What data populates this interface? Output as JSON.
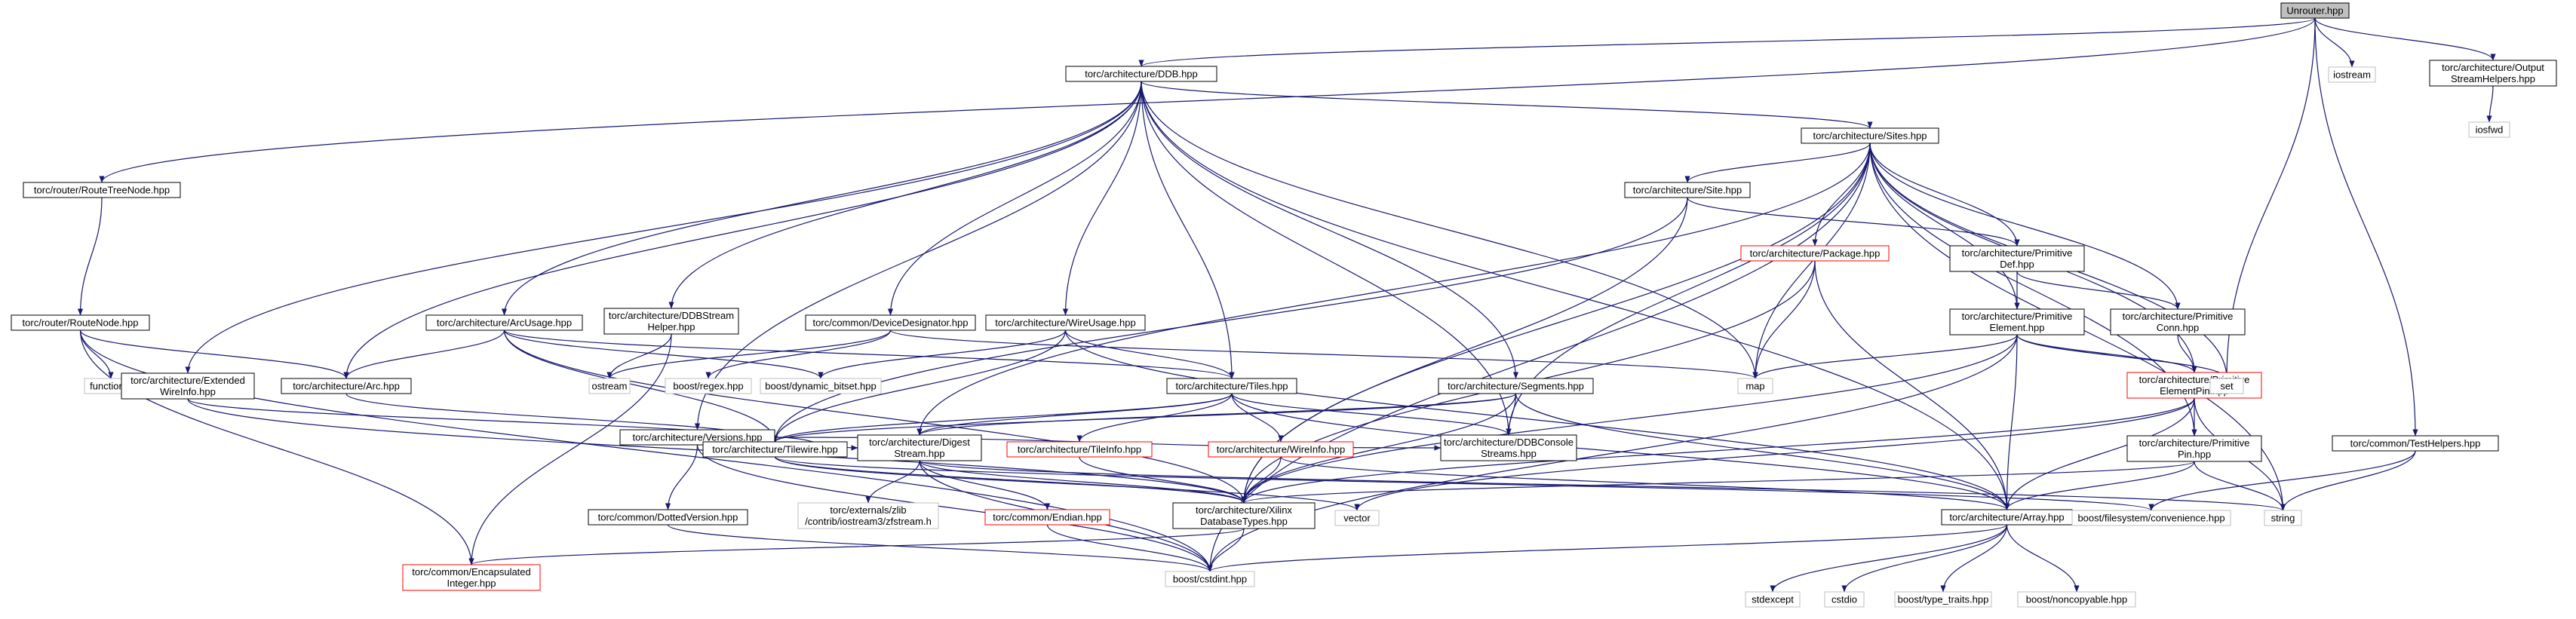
{
  "colors": {
    "edge": "#191970",
    "border_normal": "#000000",
    "border_gray": "#bfbfbf",
    "border_red": "#ff0000",
    "root_fill": "#bfbfbf",
    "node_fill": "#ffffff",
    "text": "#000000"
  },
  "nodes": [
    {
      "id": "unrouter",
      "lines": [
        "Unrouter.hpp"
      ],
      "style": "root"
    },
    {
      "id": "ddb",
      "lines": [
        "torc/architecture/DDB.hpp"
      ],
      "style": "normal"
    },
    {
      "id": "iostream",
      "lines": [
        "iostream"
      ],
      "style": "gray"
    },
    {
      "id": "output",
      "lines": [
        "torc/architecture/Output",
        "StreamHelpers.hpp"
      ],
      "style": "normal"
    },
    {
      "id": "iosfwd",
      "lines": [
        "iosfwd"
      ],
      "style": "gray"
    },
    {
      "id": "routetreenode",
      "lines": [
        "torc/router/RouteTreeNode.hpp"
      ],
      "style": "normal"
    },
    {
      "id": "routenode",
      "lines": [
        "torc/router/RouteNode.hpp"
      ],
      "style": "normal"
    },
    {
      "id": "functional",
      "lines": [
        "functional"
      ],
      "style": "gray"
    },
    {
      "id": "extwireinfo",
      "lines": [
        "torc/architecture/Extended",
        "WireInfo.hpp"
      ],
      "style": "normal"
    },
    {
      "id": "arcusage",
      "lines": [
        "torc/architecture/ArcUsage.hpp"
      ],
      "style": "normal"
    },
    {
      "id": "arc",
      "lines": [
        "torc/architecture/Arc.hpp"
      ],
      "style": "normal"
    },
    {
      "id": "ddbstream",
      "lines": [
        "torc/architecture/DDBStream",
        "Helper.hpp"
      ],
      "style": "normal"
    },
    {
      "id": "ostream",
      "lines": [
        "ostream"
      ],
      "style": "gray"
    },
    {
      "id": "devdesig",
      "lines": [
        "torc/common/DeviceDesignator.hpp"
      ],
      "style": "normal"
    },
    {
      "id": "boostregex",
      "lines": [
        "boost/regex.hpp"
      ],
      "style": "gray"
    },
    {
      "id": "dynbitset",
      "lines": [
        "boost/dynamic_bitset.hpp"
      ],
      "style": "gray"
    },
    {
      "id": "wireusage",
      "lines": [
        "torc/architecture/WireUsage.hpp"
      ],
      "style": "normal"
    },
    {
      "id": "versions",
      "lines": [
        "torc/architecture/Versions.hpp"
      ],
      "style": "normal"
    },
    {
      "id": "tiles",
      "lines": [
        "torc/architecture/Tiles.hpp"
      ],
      "style": "normal"
    },
    {
      "id": "sites",
      "lines": [
        "torc/architecture/Sites.hpp"
      ],
      "style": "normal"
    },
    {
      "id": "site",
      "lines": [
        "torc/architecture/Site.hpp"
      ],
      "style": "normal"
    },
    {
      "id": "primdef",
      "lines": [
        "torc/architecture/Primitive",
        "Def.hpp"
      ],
      "style": "normal"
    },
    {
      "id": "package",
      "lines": [
        "torc/architecture/Package.hpp"
      ],
      "style": "red"
    },
    {
      "id": "primelem",
      "lines": [
        "torc/architecture/Primitive",
        "Element.hpp"
      ],
      "style": "normal"
    },
    {
      "id": "primconn",
      "lines": [
        "torc/architecture/Primitive",
        "Conn.hpp"
      ],
      "style": "normal"
    },
    {
      "id": "primelempin",
      "lines": [
        "torc/architecture/Primitive",
        "ElementPin.hpp"
      ],
      "style": "red"
    },
    {
      "id": "map",
      "lines": [
        "map"
      ],
      "style": "gray"
    },
    {
      "id": "set",
      "lines": [
        "set"
      ],
      "style": "gray"
    },
    {
      "id": "segments",
      "lines": [
        "torc/architecture/Segments.hpp"
      ],
      "style": "normal"
    },
    {
      "id": "tilewire",
      "lines": [
        "torc/architecture/Tilewire.hpp"
      ],
      "style": "normal"
    },
    {
      "id": "digest",
      "lines": [
        "torc/architecture/Digest",
        "Stream.hpp"
      ],
      "style": "normal"
    },
    {
      "id": "tileinfo",
      "lines": [
        "torc/architecture/TileInfo.hpp"
      ],
      "style": "red"
    },
    {
      "id": "wireinfo",
      "lines": [
        "torc/architecture/WireInfo.hpp"
      ],
      "style": "red"
    },
    {
      "id": "ddbconsole",
      "lines": [
        "torc/architecture/DDBConsole",
        "Streams.hpp"
      ],
      "style": "normal"
    },
    {
      "id": "primpin",
      "lines": [
        "torc/architecture/Primitive",
        "Pin.hpp"
      ],
      "style": "normal"
    },
    {
      "id": "testhelpers",
      "lines": [
        "torc/common/TestHelpers.hpp"
      ],
      "style": "normal"
    },
    {
      "id": "xilinxdb",
      "lines": [
        "torc/architecture/Xilinx",
        "DatabaseTypes.hpp"
      ],
      "style": "normal"
    },
    {
      "id": "array",
      "lines": [
        "torc/architecture/Array.hpp"
      ],
      "style": "normal"
    },
    {
      "id": "vector",
      "lines": [
        "vector"
      ],
      "style": "gray"
    },
    {
      "id": "fsconv",
      "lines": [
        "boost/filesystem/convenience.hpp"
      ],
      "style": "gray"
    },
    {
      "id": "string",
      "lines": [
        "string"
      ],
      "style": "gray"
    },
    {
      "id": "dottedver",
      "lines": [
        "torc/common/DottedVersion.hpp"
      ],
      "style": "normal"
    },
    {
      "id": "zstream",
      "lines": [
        "torc/externals/zlib",
        "/contrib/iostream3/zfstream.h"
      ],
      "style": "gray"
    },
    {
      "id": "endian",
      "lines": [
        "torc/common/Endian.hpp"
      ],
      "style": "red"
    },
    {
      "id": "encint",
      "lines": [
        "torc/common/Encapsulated",
        "Integer.hpp"
      ],
      "style": "red"
    },
    {
      "id": "cstdint",
      "lines": [
        "boost/cstdint.hpp"
      ],
      "style": "gray"
    },
    {
      "id": "stdexcept",
      "lines": [
        "stdexcept"
      ],
      "style": "gray"
    },
    {
      "id": "cstdio",
      "lines": [
        "cstdio"
      ],
      "style": "gray"
    },
    {
      "id": "typetraits",
      "lines": [
        "boost/type_traits.hpp"
      ],
      "style": "gray"
    },
    {
      "id": "noncopyable",
      "lines": [
        "boost/noncopyable.hpp"
      ],
      "style": "gray"
    }
  ],
  "edges": [
    [
      "unrouter",
      "ddb"
    ],
    [
      "unrouter",
      "iostream"
    ],
    [
      "unrouter",
      "output"
    ],
    [
      "unrouter",
      "routetreenode"
    ],
    [
      "unrouter",
      "set"
    ],
    [
      "unrouter",
      "testhelpers"
    ],
    [
      "output",
      "iosfwd"
    ],
    [
      "routetreenode",
      "routenode"
    ],
    [
      "routenode",
      "functional"
    ],
    [
      "routenode",
      "arc"
    ],
    [
      "routenode",
      "encint"
    ],
    [
      "routenode",
      "cstdint"
    ],
    [
      "ddb",
      "sites"
    ],
    [
      "ddb",
      "extwireinfo"
    ],
    [
      "ddb",
      "arcusage"
    ],
    [
      "ddb",
      "arc"
    ],
    [
      "ddb",
      "ddbstream"
    ],
    [
      "ddb",
      "devdesig"
    ],
    [
      "ddb",
      "wireusage"
    ],
    [
      "ddb",
      "versions"
    ],
    [
      "ddb",
      "tiles"
    ],
    [
      "ddb",
      "segments"
    ],
    [
      "ddb",
      "ddbconsole"
    ],
    [
      "ddb",
      "map"
    ],
    [
      "ddb",
      "array"
    ],
    [
      "extwireinfo",
      "tilewire"
    ],
    [
      "extwireinfo",
      "xilinxdb"
    ],
    [
      "arcusage",
      "arc"
    ],
    [
      "arcusage",
      "tiles"
    ],
    [
      "arcusage",
      "tilewire"
    ],
    [
      "arcusage",
      "dynbitset"
    ],
    [
      "arcusage",
      "xilinxdb"
    ],
    [
      "arc",
      "tilewire"
    ],
    [
      "ddbstream",
      "ostream"
    ],
    [
      "ddbstream",
      "encint"
    ],
    [
      "devdesig",
      "boostregex"
    ],
    [
      "devdesig",
      "ostream"
    ],
    [
      "devdesig",
      "map"
    ],
    [
      "wireusage",
      "tiles"
    ],
    [
      "wireusage",
      "tilewire"
    ],
    [
      "wireusage",
      "dynbitset"
    ],
    [
      "wireusage",
      "array"
    ],
    [
      "versions",
      "digest"
    ],
    [
      "versions",
      "dottedver"
    ],
    [
      "versions",
      "ddbconsole"
    ],
    [
      "versions",
      "cstdint"
    ],
    [
      "tiles",
      "tilewire"
    ],
    [
      "tiles",
      "digest"
    ],
    [
      "tiles",
      "tileinfo"
    ],
    [
      "tiles",
      "wireinfo"
    ],
    [
      "tiles",
      "ddbconsole"
    ],
    [
      "tiles",
      "array"
    ],
    [
      "sites",
      "site"
    ],
    [
      "sites",
      "primdef"
    ],
    [
      "sites",
      "package"
    ],
    [
      "sites",
      "primelem"
    ],
    [
      "sites",
      "primconn"
    ],
    [
      "sites",
      "primelempin"
    ],
    [
      "sites",
      "primpin"
    ],
    [
      "sites",
      "map"
    ],
    [
      "sites",
      "set"
    ],
    [
      "sites",
      "string"
    ],
    [
      "sites",
      "digest"
    ],
    [
      "sites",
      "ddbconsole"
    ],
    [
      "sites",
      "xilinxdb"
    ],
    [
      "sites",
      "cstdint"
    ],
    [
      "site",
      "primdef"
    ],
    [
      "site",
      "tilewire"
    ],
    [
      "site",
      "xilinxdb"
    ],
    [
      "primdef",
      "primelem"
    ],
    [
      "primdef",
      "primconn"
    ],
    [
      "primelem",
      "primelempin"
    ],
    [
      "primelem",
      "map"
    ],
    [
      "primelem",
      "set"
    ],
    [
      "primelem",
      "array"
    ],
    [
      "primelem",
      "xilinxdb"
    ],
    [
      "primelem",
      "cstdint"
    ],
    [
      "primconn",
      "primelempin"
    ],
    [
      "primelempin",
      "primpin"
    ],
    [
      "primelempin",
      "string"
    ],
    [
      "primelempin",
      "vector"
    ],
    [
      "primelempin",
      "xilinxdb"
    ],
    [
      "primelempin",
      "array"
    ],
    [
      "package",
      "map"
    ],
    [
      "package",
      "array"
    ],
    [
      "package",
      "xilinxdb"
    ],
    [
      "segments",
      "tilewire"
    ],
    [
      "segments",
      "digest"
    ],
    [
      "segments",
      "ddbconsole"
    ],
    [
      "segments",
      "array"
    ],
    [
      "segments",
      "xilinxdb"
    ],
    [
      "tilewire",
      "xilinxdb"
    ],
    [
      "tilewire",
      "vector"
    ],
    [
      "tilewire",
      "fsconv"
    ],
    [
      "digest",
      "xilinxdb"
    ],
    [
      "digest",
      "zstream"
    ],
    [
      "digest",
      "endian"
    ],
    [
      "digest",
      "cstdint"
    ],
    [
      "digest",
      "string"
    ],
    [
      "tileinfo",
      "xilinxdb"
    ],
    [
      "wireinfo",
      "xilinxdb"
    ],
    [
      "wireinfo",
      "array"
    ],
    [
      "primpin",
      "xilinxdb"
    ],
    [
      "primpin",
      "array"
    ],
    [
      "primpin",
      "string"
    ],
    [
      "testhelpers",
      "fsconv"
    ],
    [
      "testhelpers",
      "string"
    ],
    [
      "xilinxdb",
      "encint"
    ],
    [
      "xilinxdb",
      "cstdint"
    ],
    [
      "array",
      "cstdint"
    ],
    [
      "array",
      "stdexcept"
    ],
    [
      "array",
      "cstdio"
    ],
    [
      "array",
      "typetraits"
    ],
    [
      "array",
      "noncopyable"
    ],
    [
      "dottedver",
      "cstdint"
    ],
    [
      "endian",
      "cstdint"
    ]
  ]
}
